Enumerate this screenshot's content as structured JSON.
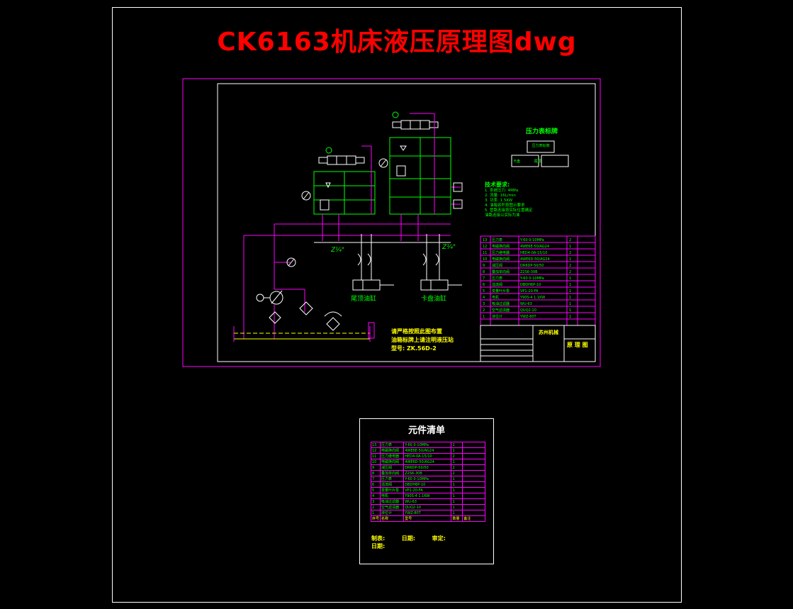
{
  "title": "CK6163机床液压原理图dwg",
  "colors": {
    "background": "#000000",
    "title": "#ff0000",
    "frame": "#ff00ff",
    "line": "#ffffff",
    "text": "#00ff00",
    "accent": "#ffff00"
  },
  "diagram": {
    "cylinders": [
      "尾顶油缸",
      "卡盘油缸"
    ],
    "pressure_labels": [
      "Z¼\"",
      "Z¼\""
    ],
    "legend_title": "压力表标牌",
    "legend_boxes": [
      "压力表标牌",
      "卡盘 尾顶"
    ],
    "tech_req_title": "技术要求:",
    "tech_req_lines": [
      "1. 系统压力: 4MPa",
      "2. 流量: 16L/min",
      "3. 功率: 1.5KW",
      "4. 油箱容积按图示要求",
      "5. 管路连接按实际位置确定",
      "   油路连接以实际为准"
    ],
    "notes": [
      "请严格按照此图布置",
      "油箱标牌上请注明液压站",
      "型号: ZK.56D-2"
    ],
    "drawing_title": "原 理 图",
    "company": "苏州机械"
  },
  "component_list": {
    "title": "元件清单",
    "headers": [
      "序号",
      "名称",
      "型号",
      "数量",
      "备注"
    ],
    "rows": [
      [
        "13",
        "压力表",
        "Y-60 0-10MPa",
        "2",
        ""
      ],
      [
        "12",
        "电磁换向阀",
        "4WE6E-50/AG24",
        "1",
        ""
      ],
      [
        "11",
        "压力继电器",
        "HED4-0A-15/10",
        "2",
        ""
      ],
      [
        "10",
        "电磁换向阀",
        "4WE6D-50/AG24",
        "1",
        ""
      ],
      [
        "9",
        "减压阀",
        "DR6DP-50/50",
        "2",
        ""
      ],
      [
        "8",
        "叠加单向阀",
        "Z2S6-30B",
        "2",
        ""
      ],
      [
        "7",
        "压力表",
        "Y-60 0-10MPa",
        "1",
        ""
      ],
      [
        "6",
        "溢流阀",
        "DBDH6P-10",
        "1",
        ""
      ],
      [
        "5",
        "变量叶片泵",
        "VP1-20-FA",
        "1",
        ""
      ],
      [
        "4",
        "电机",
        "Y90S-4 1.1KW",
        "1",
        ""
      ],
      [
        "3",
        "吸油过滤器",
        "WU-63",
        "1",
        ""
      ],
      [
        "2",
        "空气滤清器",
        "QUQ2-10",
        "1",
        ""
      ],
      [
        "1",
        "液位计",
        "YWZ-80T",
        "1",
        ""
      ]
    ],
    "signatures": [
      "制表:",
      "日期:",
      "审定:",
      "日期:"
    ]
  }
}
